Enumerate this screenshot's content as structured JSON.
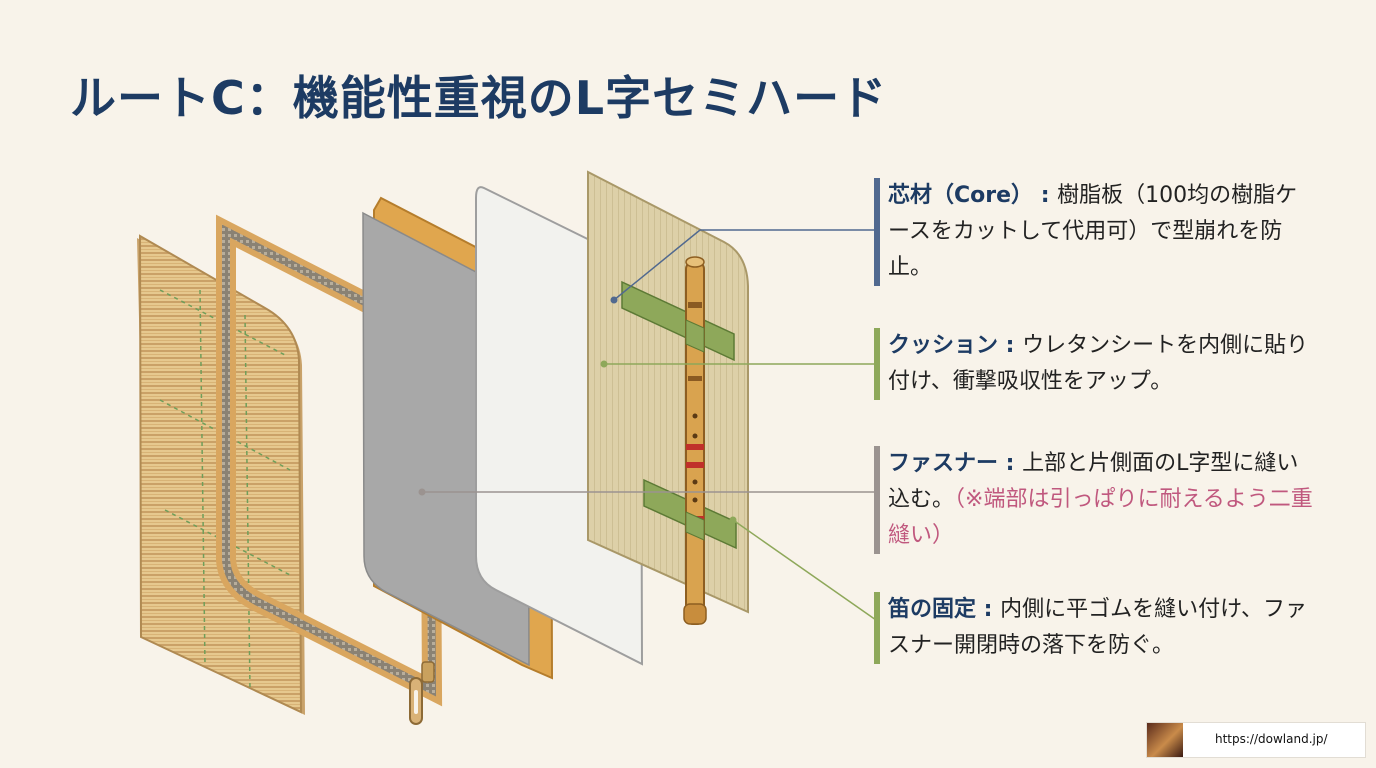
{
  "title": "ルートC：機能性重視のL字セミハード",
  "callouts": [
    {
      "id": "core",
      "head": "芯材（Core）",
      "sep": " : ",
      "body": "樹脂板（100均の樹脂ケースをカットして代用可）で型崩れを防止。",
      "note": "",
      "bar_color": "#51698f"
    },
    {
      "id": "cushion",
      "head": "クッション",
      "sep": " : ",
      "body": "ウレタンシートを内側に貼り付け、衝撃吸収性をアップ。",
      "note": "",
      "bar_color": "#8ea85a"
    },
    {
      "id": "zipper",
      "head": "ファスナー",
      "sep": " : ",
      "body": "上部と片側面のL字型に縫い込む。",
      "note": "（※端部は引っぱりに耐えるよう二重縫い）",
      "bar_color": "#9b9390"
    },
    {
      "id": "fixing",
      "head": "笛の固定",
      "sep": " : ",
      "body": "内側に平ゴムを縫い付け、ファスナー開閉時の落下を防ぐ。",
      "note": "",
      "bar_color": "#8ea85a"
    }
  ],
  "icons": [
    "zipper-pull-icon",
    "flute-icon"
  ],
  "colors": {
    "title": "#1d3b63",
    "accent_note": "#c0587e",
    "bamboo": "#e3c489",
    "foam": "#a8a8a8",
    "core_panel": "#f2f2ee",
    "inner_panel": "#ddd0a8",
    "elastic": "#8ea85a",
    "flute": "#d9a34f"
  },
  "watermark": {
    "url": "https://dowland.jp/"
  }
}
